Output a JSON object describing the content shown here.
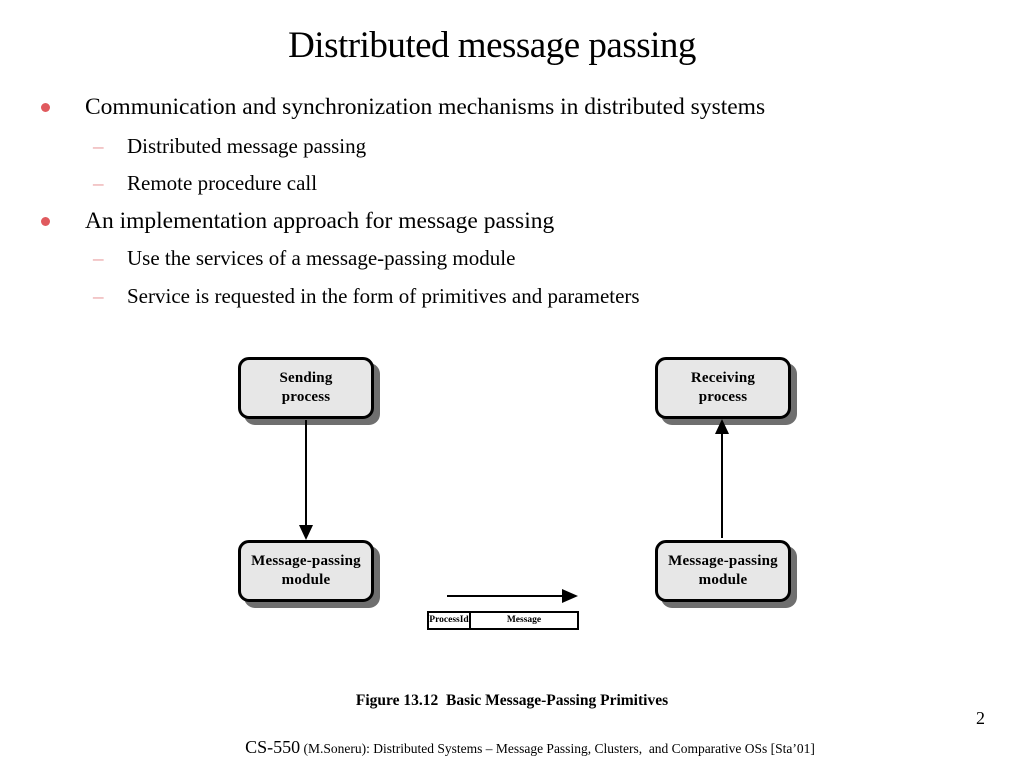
{
  "slide": {
    "title": "Distributed message passing",
    "page_number": "2"
  },
  "markers": {
    "dash": "–"
  },
  "bullets": [
    {
      "label": "Communication and synchronization mechanisms in distributed systems",
      "children": [
        "Distributed message passing",
        "Remote procedure call"
      ]
    },
    {
      "label": "An implementation approach for message passing",
      "children": [
        "Use the services of a message-passing module",
        "Service is requested in the form of primitives and parameters"
      ]
    }
  ],
  "diagram": {
    "boxes": {
      "sending": {
        "line1": "Sending",
        "line2": "process"
      },
      "receiving": {
        "line1": "Receiving",
        "line2": "process"
      },
      "mp_left": {
        "line1": "Message-passing",
        "line2": "module"
      },
      "mp_right": {
        "line1": "Message-passing",
        "line2": "module"
      }
    },
    "message_fields": [
      "ProcessId",
      "Message"
    ],
    "caption": "Figure 13.12  Basic Message-Passing Primitives"
  },
  "footer": {
    "course": "CS-550",
    "rest": " (M.Soneru): Distributed Systems – Message Passing, Clusters,  and Comparative OSs [Sta’01]"
  },
  "colors": {
    "bullet_dot": "#e05a5e",
    "sub_dash": "#e8999b",
    "box_fill": "#e7e7e7",
    "box_border": "#000000",
    "box_shadow": "#6f6f6f",
    "text": "#000000",
    "background": "#ffffff"
  }
}
